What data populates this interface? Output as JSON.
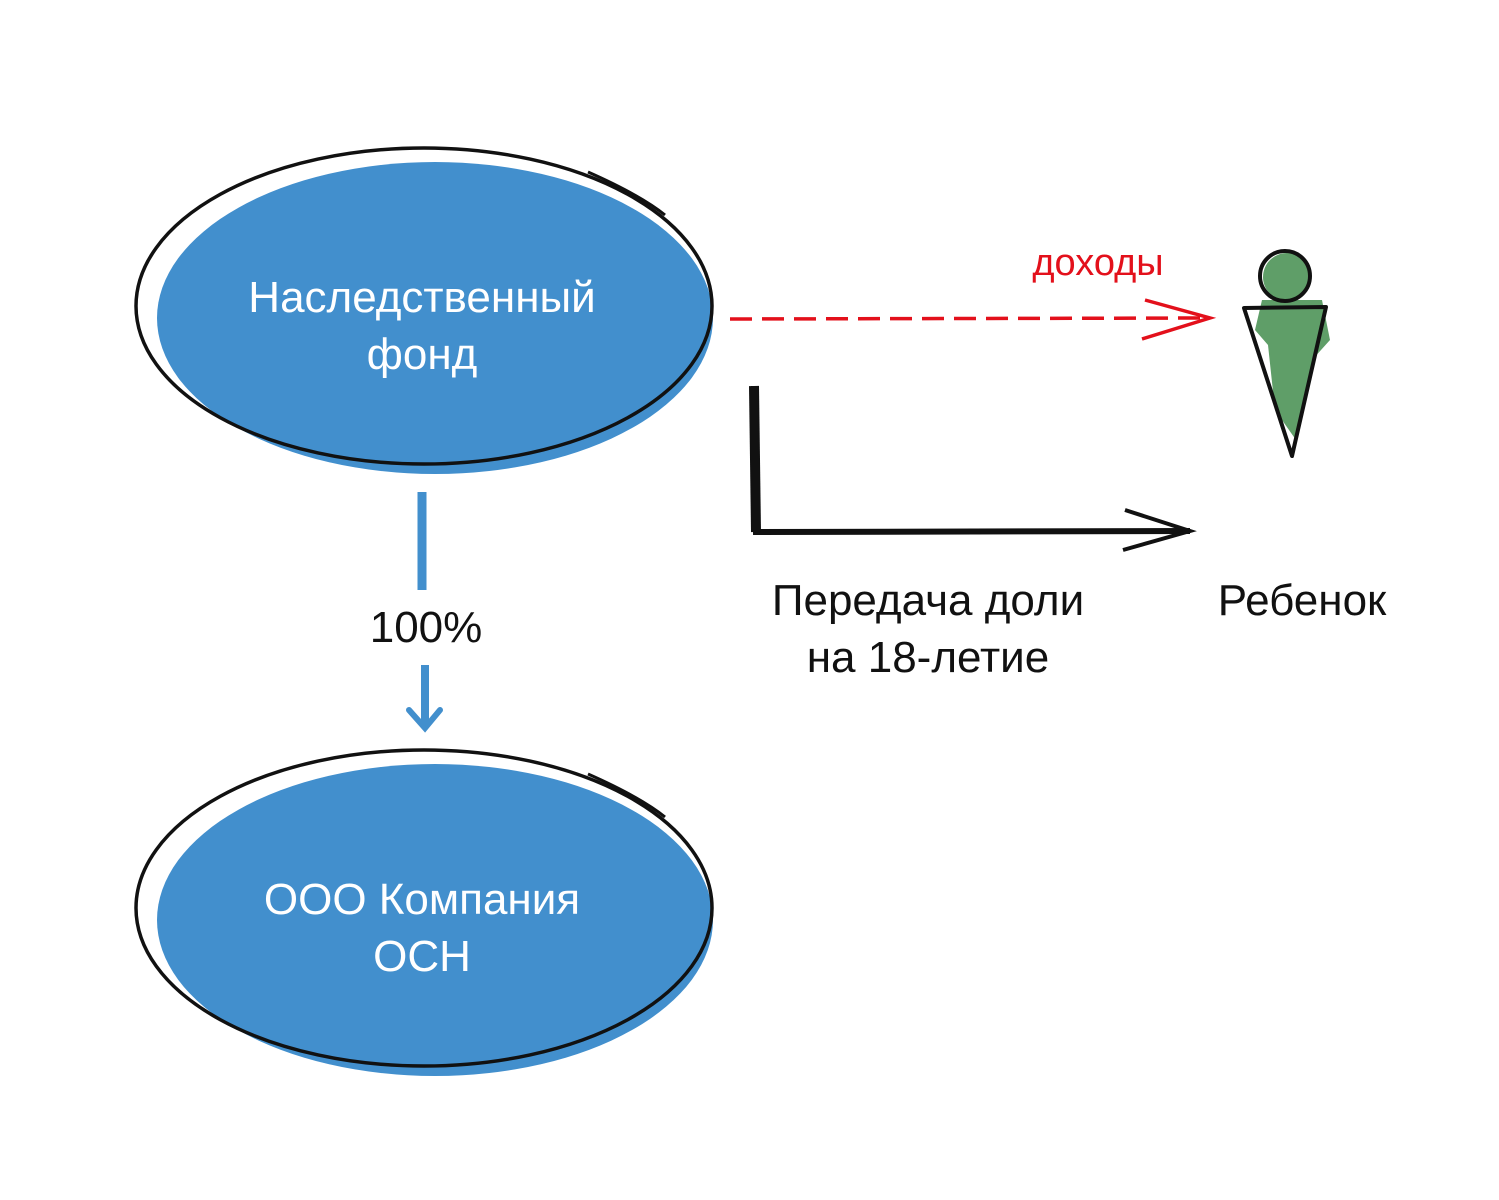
{
  "nodes": {
    "fund": {
      "line1": "Наследственный",
      "line2": "фонд"
    },
    "company": {
      "line1": "ООО Компания",
      "line2": "ОСН"
    },
    "child": {
      "label": "Ребенок"
    }
  },
  "edges": {
    "ownership": {
      "label": "100%"
    },
    "income": {
      "label": "доходы"
    },
    "transfer": {
      "line1": "Передача доли",
      "line2": "на 18-летие"
    }
  },
  "colors": {
    "blue": "#428fcd",
    "green": "#5f9e68",
    "red": "#e3101b",
    "ink": "#111111"
  }
}
